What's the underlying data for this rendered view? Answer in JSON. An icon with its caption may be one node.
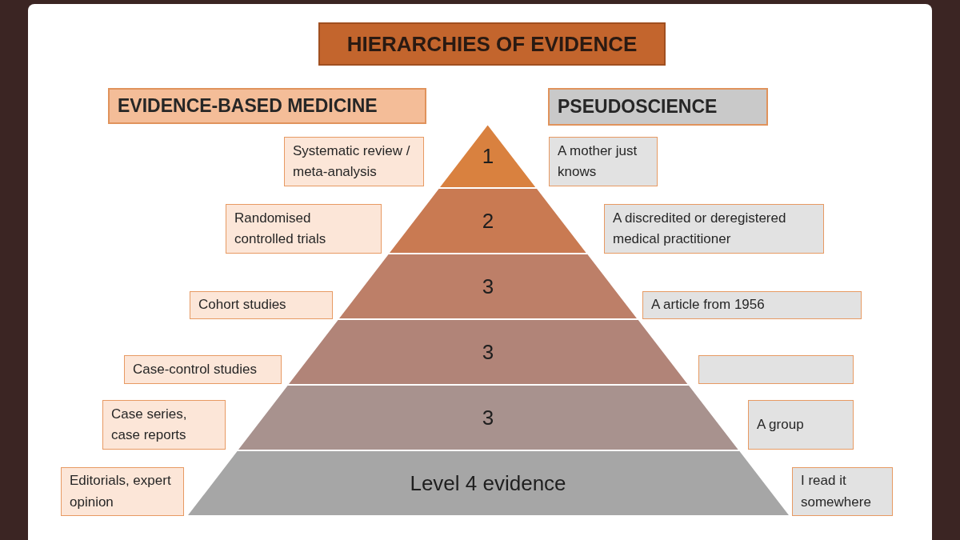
{
  "diagram": {
    "title": "HIERARCHIES OF EVIDENCE",
    "nodes": [
      {
        "text": [
          "EVIDENCE-BASED MEDICINE"
        ]
      },
      {
        "text": [
          "PSEUDOSCIENCE"
        ]
      },
      {
        "text": [
          "Systematic review / meta-analysis"
        ]
      },
      {
        "text": [
          "1"
        ]
      },
      {
        "text": [
          "A mother just knows"
        ]
      },
      {
        "text": [
          "Randomised controlled trials"
        ]
      },
      {
        "text": [
          "2"
        ]
      },
      {
        "text": [
          "A discredited or deregistered medical practitioner"
        ]
      },
      {
        "text": [
          "Cohort studies"
        ]
      },
      {
        "text": [
          "3"
        ]
      },
      {
        "text": [
          "A article from 1956"
        ]
      },
      {
        "text": [
          "Case-control studies"
        ]
      },
      {
        "text": [
          "3"
        ]
      },
      {
        "text": [],
        "shape": "box"
      },
      {
        "text": [
          "Case series, case reports"
        ]
      },
      {
        "text": [
          "3"
        ]
      },
      {
        "text": [
          "A group"
        ]
      },
      {
        "text": [
          "Editorials, expert opinion"
        ]
      },
      {
        "text": [
          "Level 4 evidence"
        ]
      },
      {
        "text": [
          "I read it somewhere"
        ]
      }
    ],
    "edges": []
  }
}
